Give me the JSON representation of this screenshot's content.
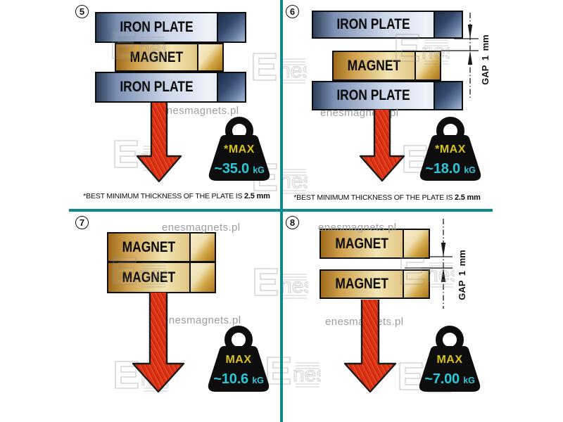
{
  "colors": {
    "divider": "#0e8a8e",
    "arrow_red": "#da2b0b",
    "weight_black": "#0d0d0d",
    "max_yellow": "#d6c11d",
    "value_cyan": "#2cc7d9"
  },
  "watermark": {
    "site": "enesmagnets.pl",
    "brand": "nes"
  },
  "quadrants": {
    "q5": {
      "number": "5",
      "layer1": "IRON PLATE",
      "layer2": "MAGNET",
      "layer3": "IRON PLATE",
      "weight_tag": "*MAX",
      "weight_value": "~35.0",
      "weight_unit": "kG",
      "footnote_text": "*BEST MINIMUM THICKNESS OF THE PLATE IS",
      "footnote_bold": "2.5 mm"
    },
    "q6": {
      "number": "6",
      "layer1": "IRON PLATE",
      "layer2": "MAGNET",
      "layer3": "IRON PLATE",
      "gap_label": "GAP 1 mm",
      "weight_tag": "*MAX",
      "weight_value": "~18.0",
      "weight_unit": "kG",
      "footnote_text": "*BEST MINIMUM THICKNESS OF THE PLATE IS",
      "footnote_bold": "2.5 mm"
    },
    "q7": {
      "number": "7",
      "layer1": "MAGNET",
      "layer2": "MAGNET",
      "weight_tag": "MAX",
      "weight_value": "~10.6",
      "weight_unit": "kG"
    },
    "q8": {
      "number": "8",
      "layer1": "MAGNET",
      "layer2": "MAGNET",
      "gap_label": "GAP 1 mm",
      "weight_tag": "MAX",
      "weight_value": "~7.00",
      "weight_unit": "kG"
    }
  }
}
